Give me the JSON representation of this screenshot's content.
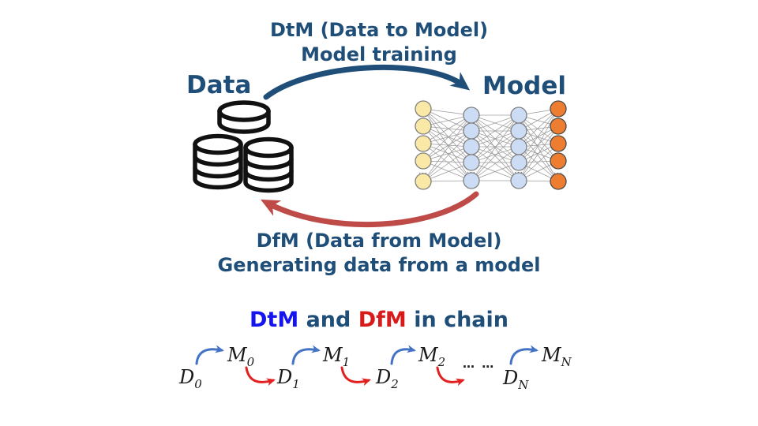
{
  "colors": {
    "heading_navy": "#1F4E79",
    "dtm_bright_blue": "#1414F0",
    "dfm_bright_red": "#D81A1A",
    "dtm_arrow": "#1F4E79",
    "dfm_arrow": "#BE4B48",
    "chain_arrow_blue": "#4472C4",
    "chain_arrow_red": "#E32020",
    "input_node": "#FAE8A6",
    "hidden_node": "#CBDCF4",
    "output_node": "#ED7D31"
  },
  "dtm": {
    "line1": "DtM (Data to Model)",
    "line2": "Model training"
  },
  "dfm": {
    "line1": "DfM (Data from Model)",
    "line2": "Generating data from a model"
  },
  "data_label": "Data",
  "model_label": "Model",
  "network": {
    "dots": "..."
  },
  "chain": {
    "title": {
      "dtm": "DtM",
      "and": " and ",
      "dfm": "DfM",
      "suffix": " in chain"
    },
    "ellipsis": "… …",
    "labels": [
      {
        "base": "D",
        "sub": "0"
      },
      {
        "base": "M",
        "sub": "0"
      },
      {
        "base": "D",
        "sub": "1"
      },
      {
        "base": "M",
        "sub": "1"
      },
      {
        "base": "D",
        "sub": "2"
      },
      {
        "base": "M",
        "sub": "2"
      },
      {
        "base": "D",
        "sub": "N"
      },
      {
        "base": "M",
        "sub": "N"
      }
    ]
  }
}
